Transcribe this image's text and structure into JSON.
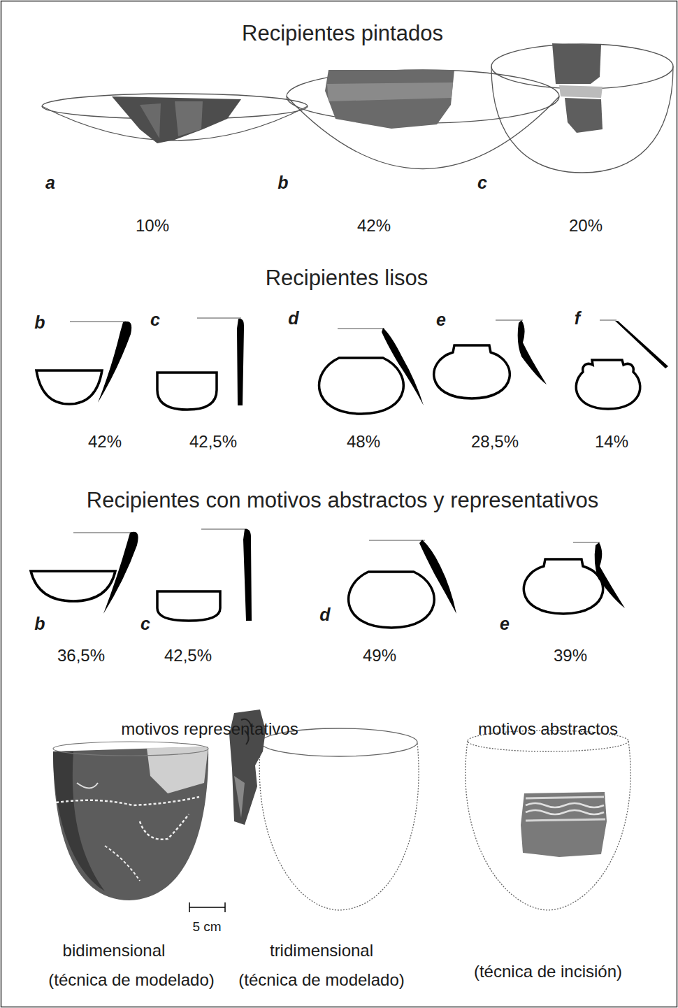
{
  "diagram": {
    "labels": [
      "Recipientes pintados",
      "a",
      "b",
      "c",
      "10%",
      "42%",
      "20%",
      "Recipientes lisos",
      "b",
      "c",
      "d",
      "e",
      "f",
      "42%",
      "42,5%",
      "48%",
      "28,5%",
      "14%",
      "Recipientes con motivos abstractos y representativos",
      "b",
      "c",
      "d",
      "e",
      "36,5%",
      "42,5%",
      "49%",
      "39%",
      "motivos representativos",
      "motivos abstractos",
      "5 cm",
      "bidimensional",
      "(técnica de modelado)",
      "tridimensional",
      "(técnica de modelado)",
      "(técnica de incisión)"
    ]
  }
}
